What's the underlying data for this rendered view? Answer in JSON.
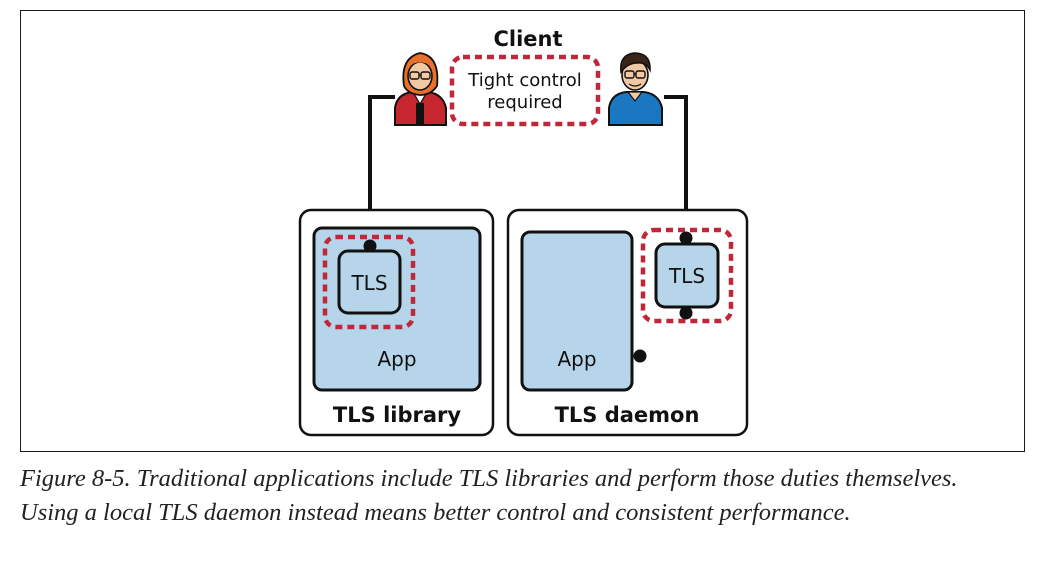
{
  "diagram": {
    "client_label": "Client",
    "tight_control_line1": "Tight control",
    "tight_control_line2": "required",
    "left_panel": {
      "title": "TLS library",
      "tls_label": "TLS",
      "app_label": "App"
    },
    "right_panel": {
      "title": "TLS daemon",
      "tls_label": "TLS",
      "app_label": "App"
    },
    "colors": {
      "box_fill": "#b6d5ea",
      "outline": "#111111",
      "dashed_highlight": "#c0283a",
      "woman_shirt": "#c6262e",
      "man_shirt": "#1a77c2",
      "skin": "#f2c9a5",
      "woman_hair": "#e8702a",
      "man_hair": "#3a2418"
    },
    "icons": [
      "woman-user-icon",
      "man-user-icon"
    ]
  },
  "caption": "Figure 8-5. Traditional applications include TLS libraries and perform those duties themselves. Using a local TLS daemon instead means better control and consistent performance."
}
